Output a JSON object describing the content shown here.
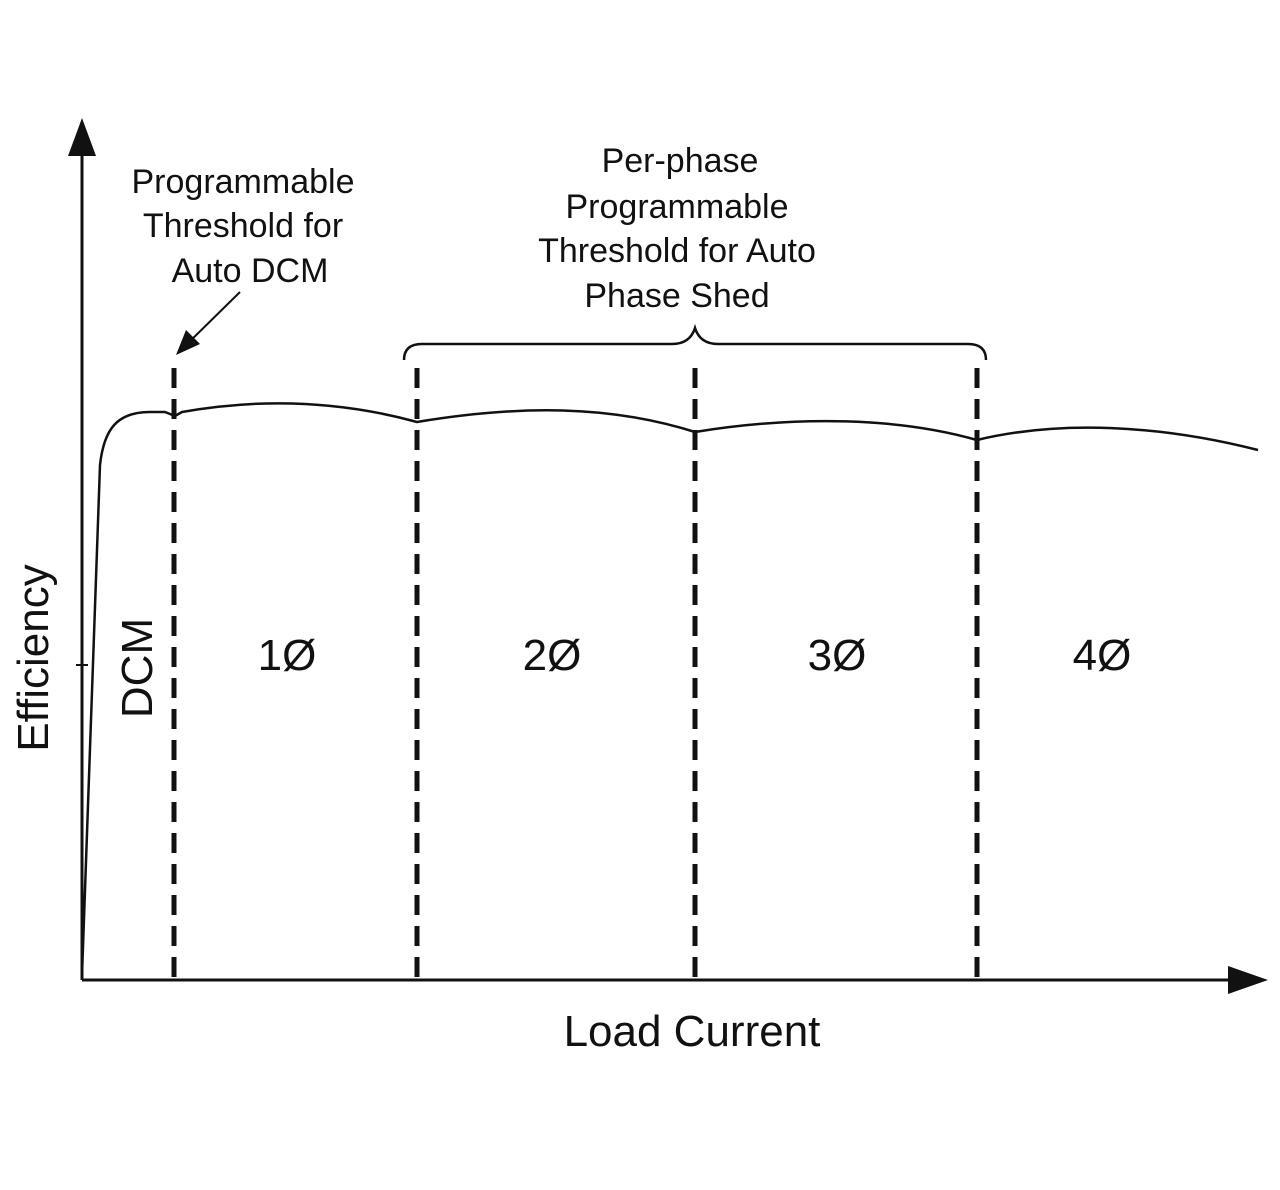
{
  "axes": {
    "x_label": "Load Current",
    "y_label": "Efficiency"
  },
  "annotations": {
    "dcm_threshold": [
      "Programmable",
      "Threshold for",
      "Auto DCM"
    ],
    "phase_shed_threshold": [
      "Per-phase",
      "Programmable",
      "Threshold for Auto",
      "Phase Shed"
    ]
  },
  "regions": [
    {
      "label": "DCM"
    },
    {
      "label": "1Ø"
    },
    {
      "label": "2Ø"
    },
    {
      "label": "3Ø"
    },
    {
      "label": "4Ø"
    }
  ],
  "colors": {
    "ink": "#111111",
    "background": "#ffffff"
  }
}
